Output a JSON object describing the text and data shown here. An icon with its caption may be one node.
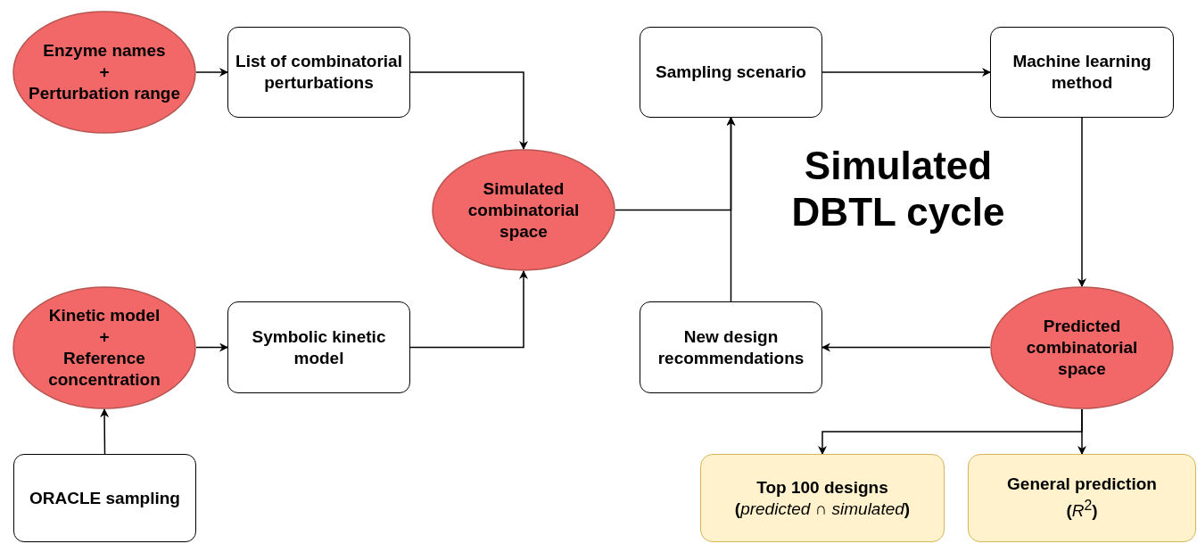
{
  "diagram": {
    "nodes": [
      {
        "text": [
          "Enzyme names",
          "+",
          "Perturbation range"
        ]
      },
      {
        "text": [
          "List of combinatorial perturbations"
        ]
      },
      {
        "text": [
          "Kinetic model",
          "+",
          "Reference concentration"
        ]
      },
      {
        "text": [
          "Symbolic kinetic model"
        ]
      },
      {
        "text": [
          "ORACLE sampling"
        ]
      },
      {
        "text": [
          "Simulated combinatorial space"
        ]
      },
      {
        "text": [
          "Sampling scenario"
        ]
      },
      {
        "text": [
          "Machine learning method"
        ]
      },
      {
        "text": [
          "New design recommendations"
        ]
      },
      {
        "text": [
          "Predicted combinatorial space"
        ]
      },
      {
        "text": [
          "Top 100 designs",
          "(*predicted* ∩ *simulated*)"
        ]
      },
      {
        "text": [
          "General prediction",
          "(*R*$^{2}$)"
        ]
      }
    ],
    "edges": [
      {
        "from": 0,
        "to": 1,
        "arrow": "to"
      },
      {
        "from": 1,
        "to": 5,
        "arrow": "to"
      },
      {
        "from": 2,
        "to": 3,
        "arrow": "to"
      },
      {
        "from": 4,
        "to": 2,
        "arrow": "to"
      },
      {
        "from": 3,
        "to": 5,
        "arrow": "to"
      },
      {
        "from": 5,
        "to": 6,
        "arrow": "to"
      },
      {
        "from": 8,
        "to": 6,
        "arrow": "to"
      },
      {
        "from": 6,
        "to": 7,
        "arrow": "to"
      },
      {
        "from": 7,
        "to": 9,
        "arrow": "to"
      },
      {
        "from": 9,
        "to": 8,
        "arrow": "to"
      },
      {
        "from": 9,
        "to": 10,
        "arrow": "to"
      },
      {
        "from": 9,
        "to": 11,
        "arrow": "to"
      }
    ],
    "labels": [
      "Simulated DBTL cycle"
    ]
  }
}
